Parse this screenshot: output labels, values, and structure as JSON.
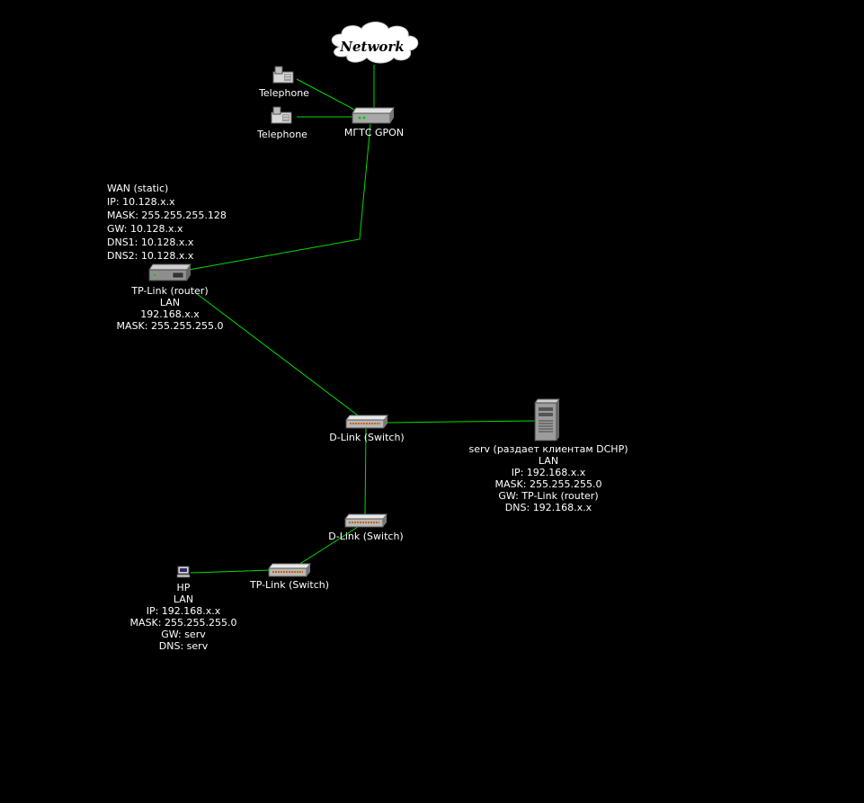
{
  "diagram": {
    "nodes": {
      "network": {
        "label": "Network",
        "icon": "cloud-icon"
      },
      "phone1": {
        "label": "Telephone",
        "icon": "telephone-icon"
      },
      "phone2": {
        "label": "Telephone",
        "icon": "telephone-icon"
      },
      "gpon": {
        "label": "МГТС GPON",
        "icon": "modem-icon"
      },
      "router": {
        "icon": "router-icon",
        "wan_lines": [
          "WAN (static)",
          "IP: 10.128.x.x",
          "MASK: 255.255.255.128",
          "GW: 10.128.x.x",
          "DNS1: 10.128.x.x",
          "DNS2: 10.128.x.x"
        ],
        "lan_lines": [
          "TP-Link (router)",
          "LAN",
          "192.168.x.x",
          "MASK: 255.255.255.0"
        ]
      },
      "switch1": {
        "label": "D-Link (Switch)",
        "icon": "switch-icon"
      },
      "server": {
        "icon": "server-icon",
        "lines": [
          "serv (раздает клиентам DCHP)",
          "LAN",
          "IP: 192.168.x.x",
          "MASK: 255.255.255.0",
          "GW: TP-Link (router)",
          "DNS: 192.168.x.x"
        ]
      },
      "switch2": {
        "label": "D-Link (Switch)",
        "icon": "switch-icon"
      },
      "switch3": {
        "label": "TP-Link (Switch)",
        "icon": "switch-icon"
      },
      "pc": {
        "icon": "computer-icon",
        "lines": [
          "HP",
          "LAN",
          "IP: 192.168.x.x",
          "MASK: 255.255.255.0",
          "GW: serv",
          "DNS: serv"
        ]
      }
    },
    "colors": {
      "background": "#000000",
      "link": "#00dd00",
      "text": "#ffffff"
    }
  }
}
